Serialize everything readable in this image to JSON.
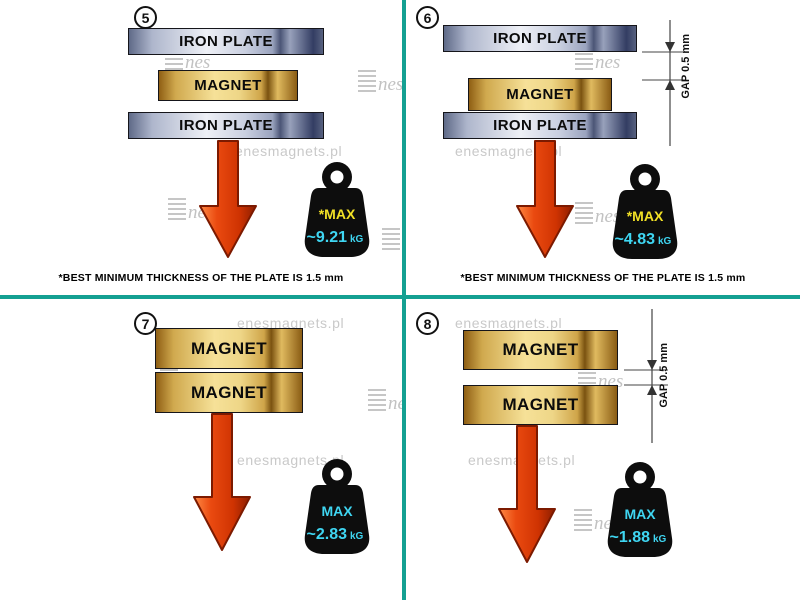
{
  "watermark": {
    "logo": "nes",
    "site": "enesmagnets.pl"
  },
  "colors": {
    "divider": "#14a092",
    "arrow": "#d93a05",
    "weight_body": "#0d0d0d",
    "max_yellow": "#f2e126",
    "value_cyan": "#3fd6f2"
  },
  "quadrants": [
    {
      "number": "5",
      "stack": [
        "IRON PLATE",
        "MAGNET",
        "IRON PLATE"
      ],
      "gap_label": "",
      "weight": {
        "max_label": "*MAX",
        "max_color": "#f2e126",
        "value": "~9.21",
        "unit": "kG",
        "value_color": "#3fd6f2"
      },
      "footnote": "*BEST MINIMUM THICKNESS OF THE PLATE IS 1.5 mm"
    },
    {
      "number": "6",
      "stack": [
        "IRON PLATE",
        "MAGNET",
        "IRON PLATE"
      ],
      "gap_label": "GAP  0.5 mm",
      "weight": {
        "max_label": "*MAX",
        "max_color": "#f2e126",
        "value": "~4.83",
        "unit": "kG",
        "value_color": "#3fd6f2"
      },
      "footnote": "*BEST MINIMUM THICKNESS OF THE PLATE IS 1.5 mm"
    },
    {
      "number": "7",
      "stack": [
        "MAGNET",
        "MAGNET"
      ],
      "gap_label": "",
      "weight": {
        "max_label": "MAX",
        "max_color": "#3fd6f2",
        "value": "~2.83",
        "unit": "kG",
        "value_color": "#3fd6f2"
      },
      "footnote": ""
    },
    {
      "number": "8",
      "stack": [
        "MAGNET",
        "MAGNET"
      ],
      "gap_label": "GAP  0.5 mm",
      "weight": {
        "max_label": "MAX",
        "max_color": "#3fd6f2",
        "value": "~1.88",
        "unit": "kG",
        "value_color": "#3fd6f2"
      },
      "footnote": ""
    }
  ]
}
